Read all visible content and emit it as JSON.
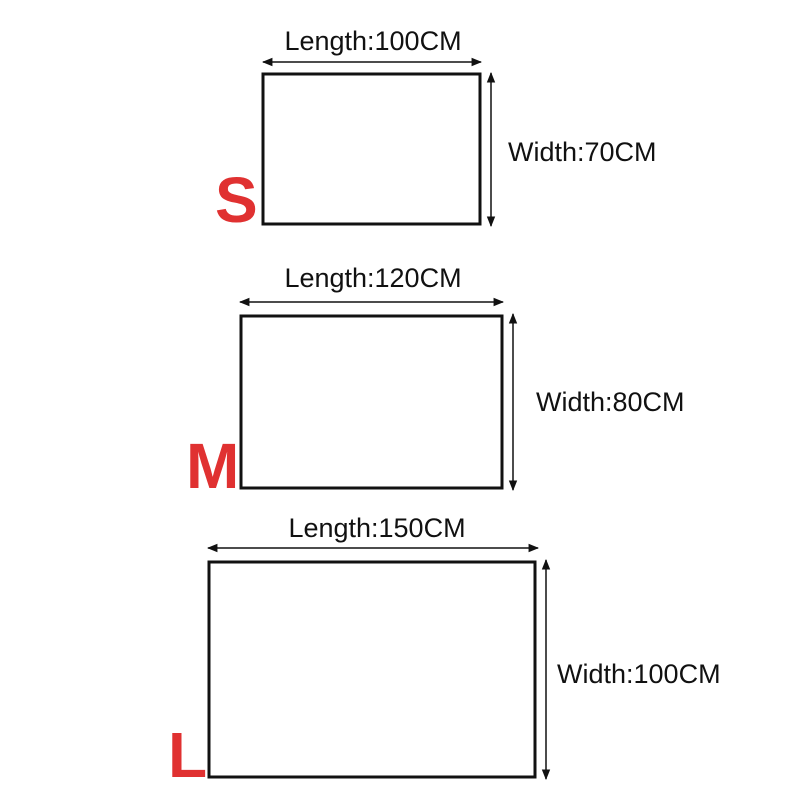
{
  "accent_color": "#e03131",
  "line_color": "#111111",
  "sizes": [
    {
      "letter": "S",
      "length_label": "Length:100CM",
      "width_label": "Width:70CM"
    },
    {
      "letter": "M",
      "length_label": "Length:120CM",
      "width_label": "Width:80CM"
    },
    {
      "letter": "L",
      "length_label": "Length:150CM",
      "width_label": "Width:100CM"
    }
  ]
}
